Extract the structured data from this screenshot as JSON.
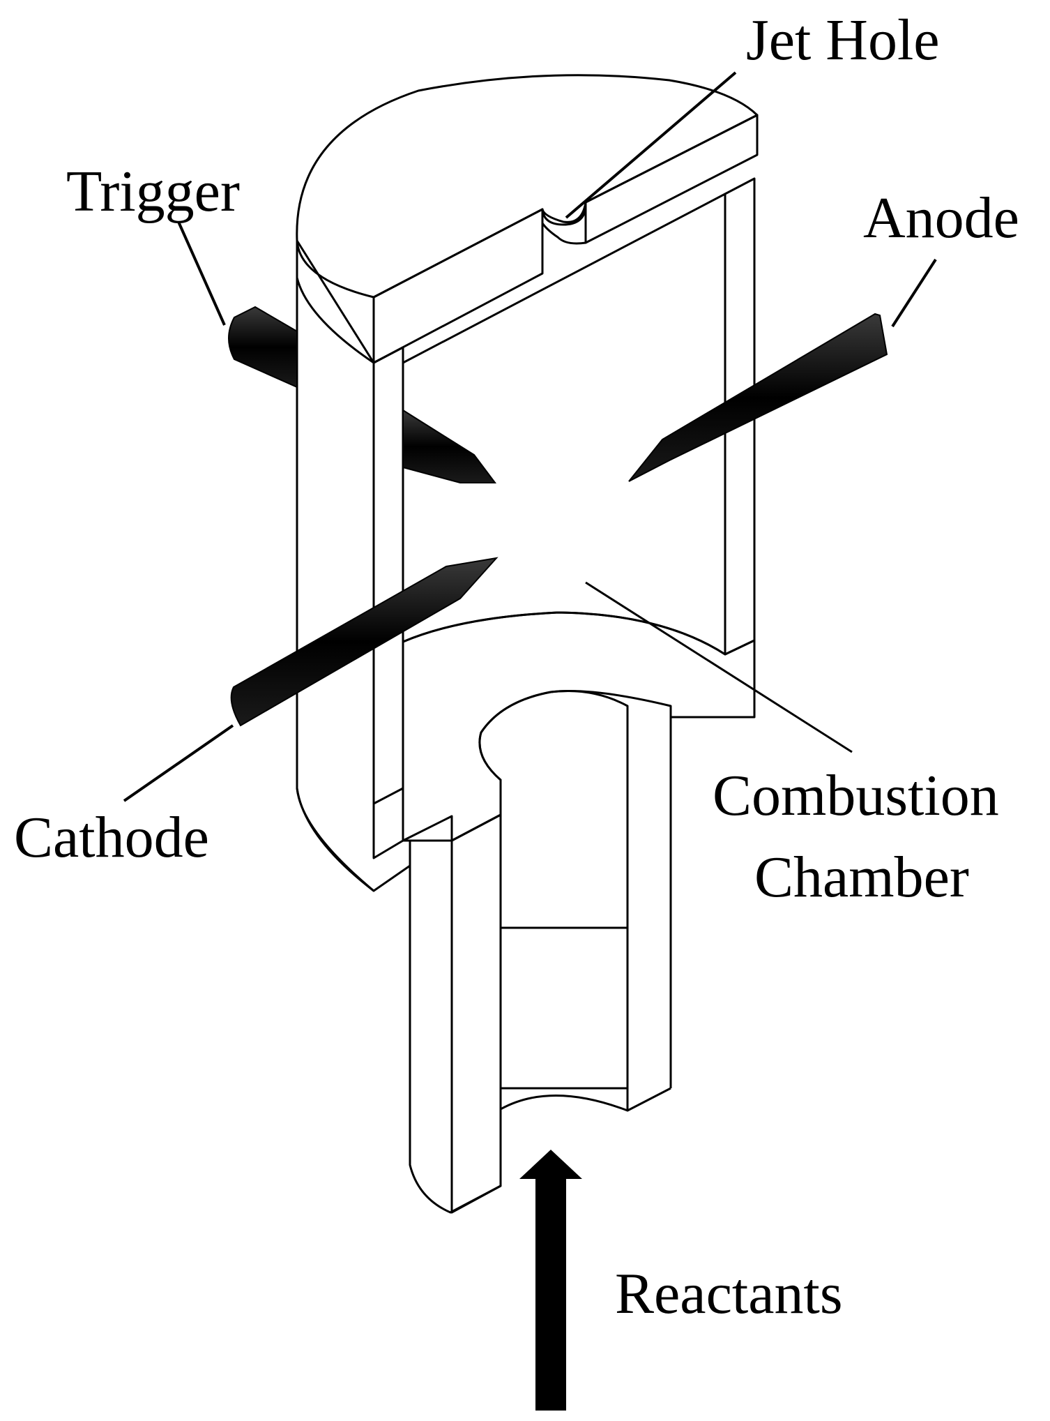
{
  "labels": {
    "jet_hole": "Jet Hole",
    "trigger": "Trigger",
    "anode": "Anode",
    "cathode": "Cathode",
    "combustion_chamber_line1": "Combustion",
    "combustion_chamber_line2": "Chamber",
    "reactants": "Reactants"
  },
  "colors": {
    "outline": "#000000",
    "body_fill": "#ffffff",
    "interior_shade": "#e6e6e6",
    "interior_tint": "#f7eef7",
    "electrode": "#0a0a0a"
  }
}
